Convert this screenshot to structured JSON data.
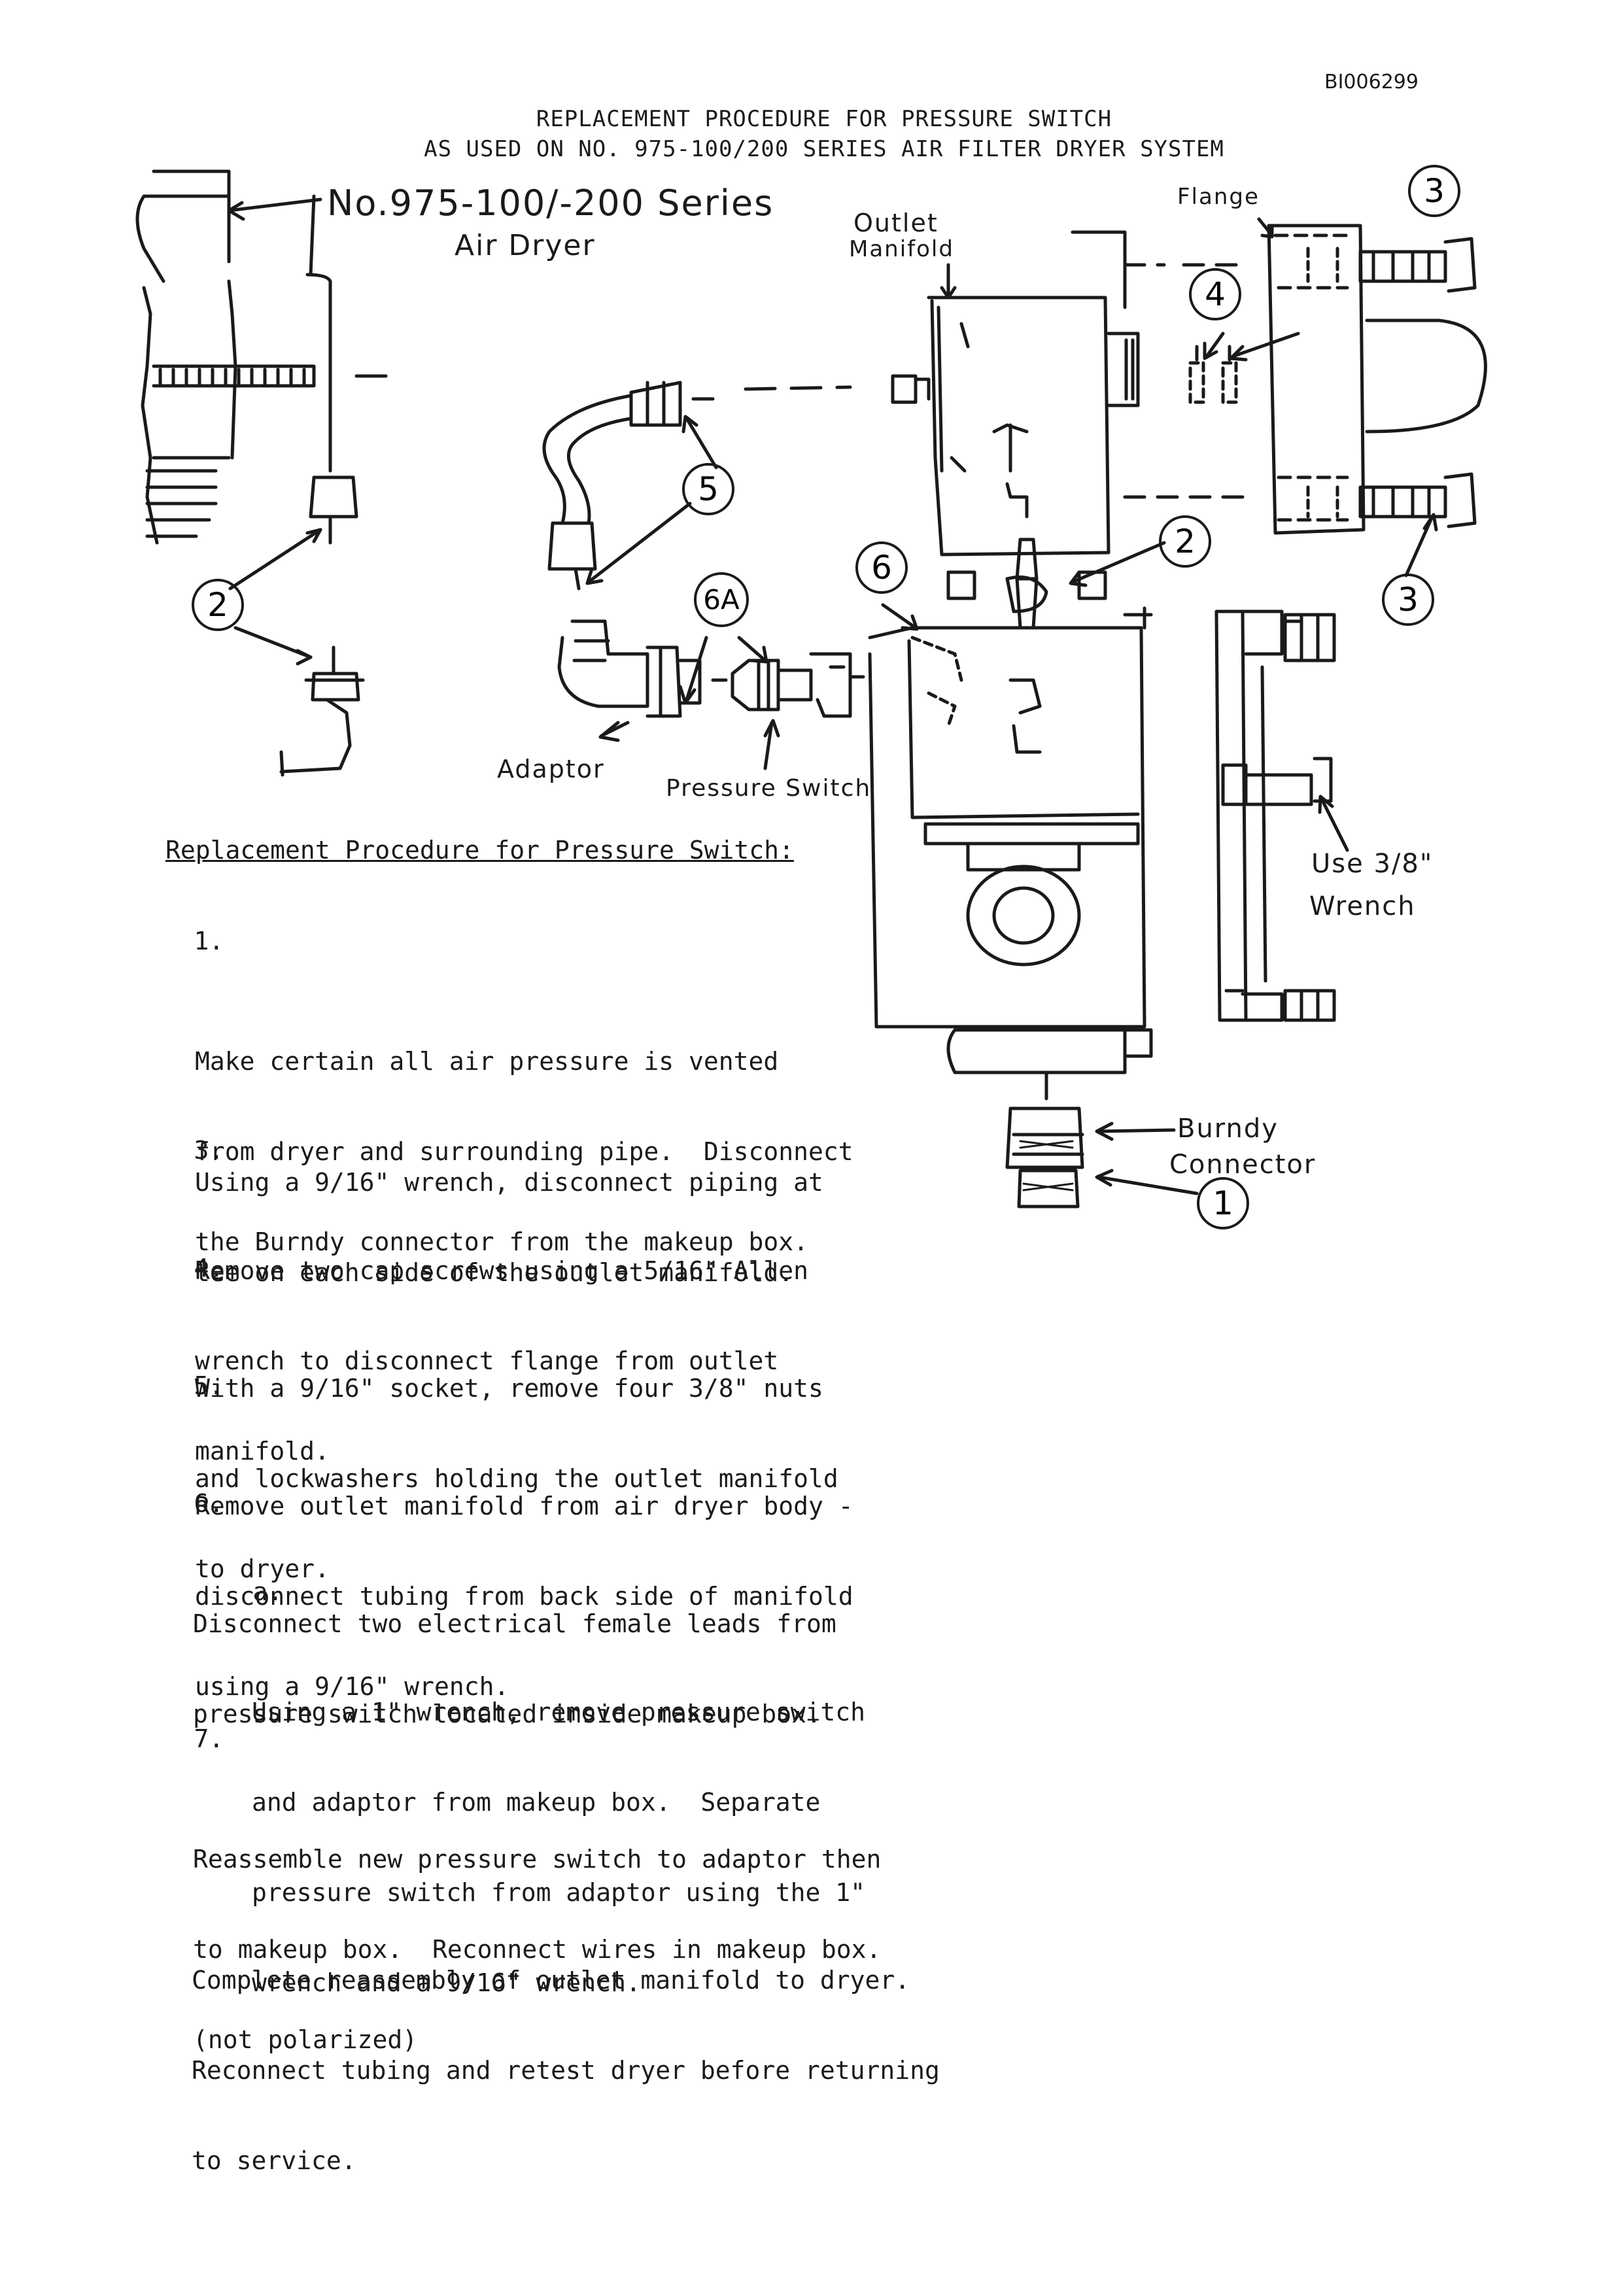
{
  "document": {
    "doc_id": "BI006299",
    "title_line1": "REPLACEMENT PROCEDURE FOR PRESSURE SWITCH",
    "title_line2": "AS USED ON NO. 975-100/200 SERIES AIR FILTER DRYER SYSTEM"
  },
  "diagram": {
    "labels": {
      "series": "No.975-100/-200 Series",
      "air_dryer": "Air Dryer",
      "outlet": "Outlet",
      "manifold": "Manifold",
      "flange": "Flange",
      "adaptor": "Adaptor",
      "pressure_switch": "Pressure Switch",
      "use": "Use 3/8\"",
      "wrench": "Wrench",
      "burndy": "Burndy",
      "connector": "Connector"
    },
    "callouts": {
      "c1": "1",
      "c2": "2",
      "c3": "3",
      "c4": "4",
      "c5": "5",
      "c6": "6",
      "c6a": "6A"
    }
  },
  "procedure": {
    "heading": "Replacement Procedure for Pressure Switch:",
    "steps": [
      {
        "num": "1.",
        "lines": [
          "Make certain all air pressure is vented",
          "from dryer and surrounding pipe.  Disconnect",
          "the Burndy connector from the makeup box."
        ]
      },
      {
        "num": "",
        "lines": [
          "Using a 9/16\" wrench, disconnect piping at",
          "tee on each side of the outlet manifold."
        ]
      },
      {
        "num": "3.",
        "lines": [
          "Remove two cap screws using a 5/16\" Allen",
          "wrench to disconnect flange from outlet",
          "manifold."
        ]
      },
      {
        "num": "4.",
        "lines": [
          "With a 9/16\" socket, remove four 3/8\" nuts",
          "and lockwashers holding the outlet manifold",
          "to dryer."
        ]
      },
      {
        "num": "5.",
        "lines": [
          "Remove outlet manifold from air dryer body -",
          "disconnect tubing from back side of manifold",
          "using a 9/16\" wrench."
        ]
      },
      {
        "num": "6.",
        "lines": [
          "Disconnect two electrical female leads from",
          "pressure switch located inside makeup box."
        ]
      },
      {
        "num": "a.",
        "lines": [
          "Using a 1\" wrench, remove pressure switch",
          "and adaptor from makeup box.  Separate",
          "pressure switch from adaptor using the 1\"",
          "wrench and a 9/16\" wrench."
        ]
      },
      {
        "num": "7.",
        "lines": [
          "Reassemble new pressure switch to adaptor then",
          "to makeup box.  Reconnect wires in makeup box.",
          "(not polarized)"
        ]
      },
      {
        "num": "",
        "lines": [
          "Complete reassembly of outlet manifold to dryer.",
          "Reconnect tubing and retest dryer before returning",
          "to service."
        ]
      }
    ]
  }
}
